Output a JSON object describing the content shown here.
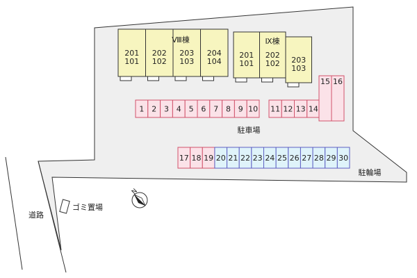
{
  "colors": {
    "lot_fill": "#efefef",
    "building_fill": "#f7f5bf",
    "pink_fill": "#fbe2e8",
    "pink_stroke": "#d0536b",
    "blue_fill": "#dff3fa",
    "blue_stroke": "#5d5fc2",
    "line": "#333333"
  },
  "buildings": [
    {
      "name": "Ⅷ棟",
      "units": [
        {
          "upper": "201",
          "lower": "101"
        },
        {
          "upper": "202",
          "lower": "102"
        },
        {
          "upper": "203",
          "lower": "103"
        },
        {
          "upper": "204",
          "lower": "104"
        }
      ]
    },
    {
      "name": "Ⅸ棟",
      "units": [
        {
          "upper": "201",
          "lower": "101"
        },
        {
          "upper": "202",
          "lower": "102"
        },
        {
          "upper": "203",
          "lower": "103"
        }
      ]
    }
  ],
  "parking": {
    "label": "駐車場",
    "row_a": [
      "1",
      "2",
      "3",
      "4",
      "5",
      "6",
      "7",
      "8",
      "9",
      "10"
    ],
    "row_b": [
      "11",
      "12",
      "13",
      "14"
    ],
    "tall": [
      "15",
      "16"
    ],
    "bottom_pink": [
      "17",
      "18",
      "19"
    ],
    "bottom_blue": [
      "20",
      "21",
      "22",
      "23",
      "24",
      "25",
      "26",
      "27",
      "28",
      "29",
      "30"
    ]
  },
  "labels": {
    "bicycle_parking": "駐輪場",
    "garbage": "ゴミ置場",
    "road": "道路",
    "north": "N"
  }
}
